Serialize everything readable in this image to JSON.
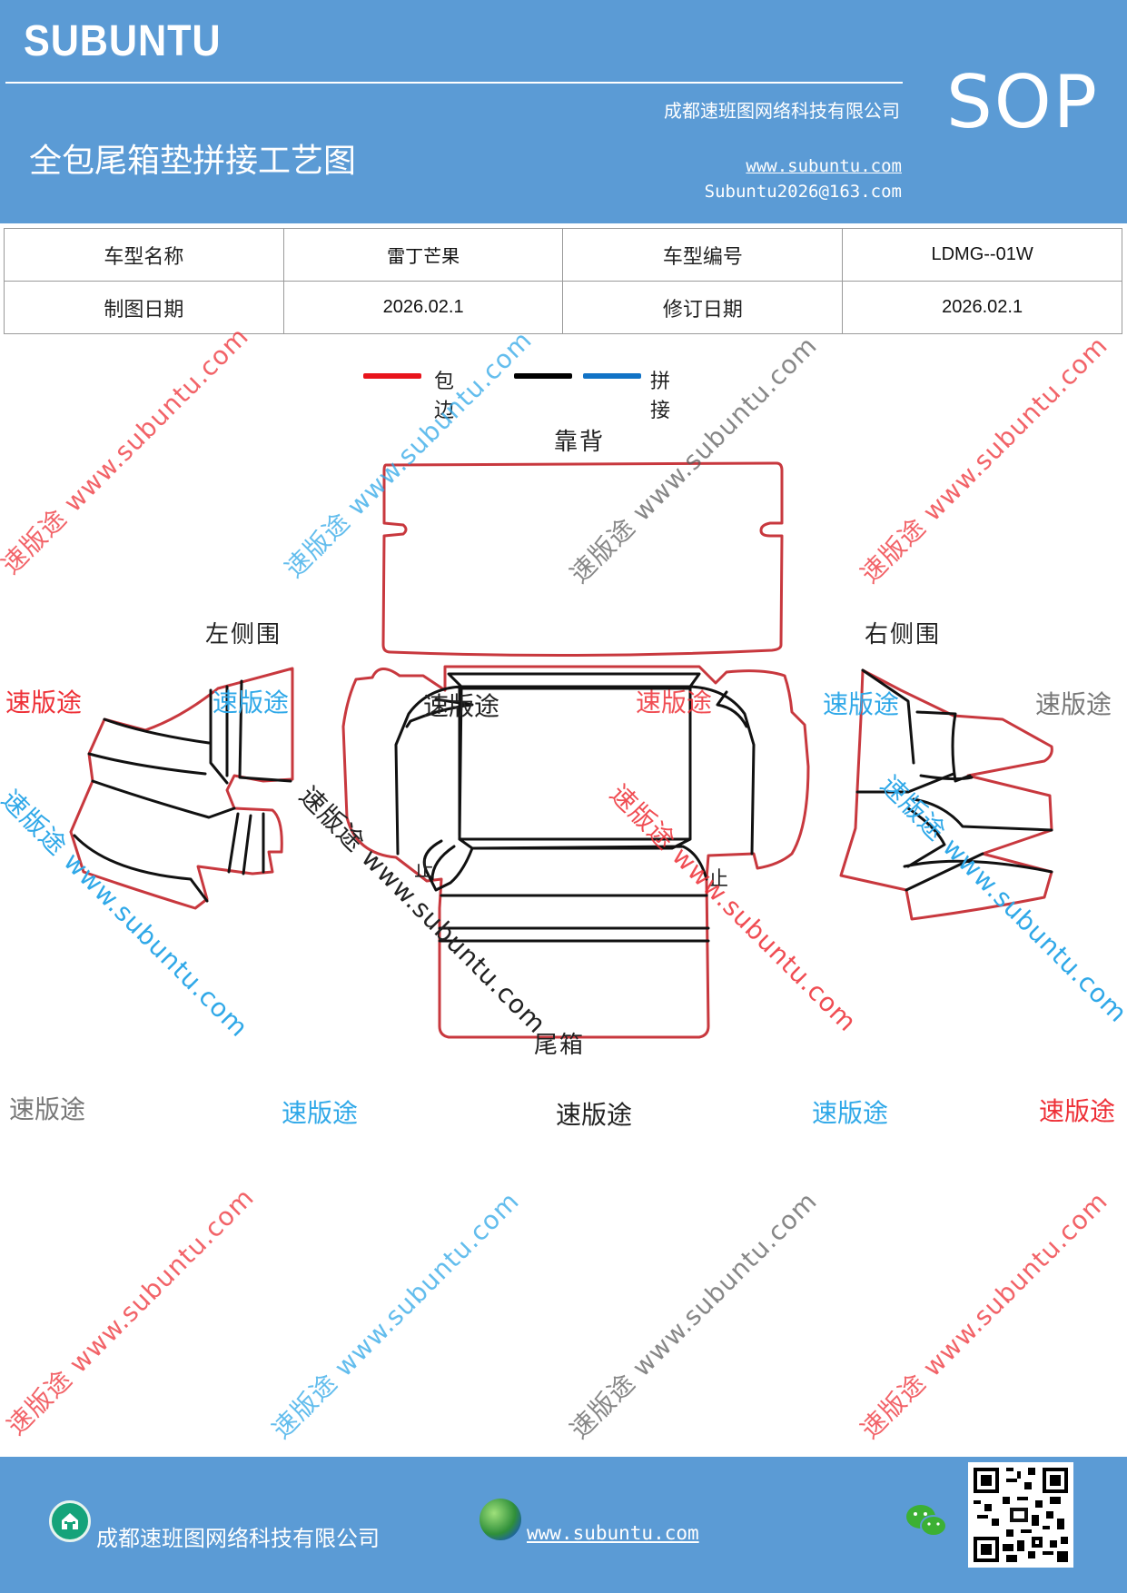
{
  "header": {
    "brand": "SUBUNTU",
    "sop": "SOP",
    "company": "成都速班图网络科技有限公司",
    "title": "全包尾箱垫拼接工艺图",
    "website": "www.subuntu.com",
    "email": "Subuntu2026@163.com"
  },
  "info_table": {
    "row1": [
      "车型名称",
      "雷丁芒果",
      "车型编号",
      "LDMG--01W"
    ],
    "row2": [
      "制图日期",
      "2026.02.1",
      "修订日期",
      "2026.02.1"
    ]
  },
  "legend": {
    "items": [
      {
        "label": "包边",
        "color": "#e8141c"
      },
      {
        "label": "",
        "color": "#000000"
      },
      {
        "label": "拼接",
        "color": "#1173c6"
      }
    ]
  },
  "diagram": {
    "labels": {
      "back": "靠背",
      "left": "左侧围",
      "right": "右侧围",
      "trunk": "尾箱",
      "stop_left": "止",
      "stop_right": "止"
    },
    "colors": {
      "edge": "#c8383e",
      "seam": "#111111"
    }
  },
  "watermarks": {
    "brand_text": "速版途",
    "url_text": "速版途 www.subuntu.com",
    "colors": {
      "red": "#ee2f36",
      "blue": "#2fa8e8",
      "gray": "#777777",
      "black": "#222222"
    }
  },
  "footer": {
    "company": "成都速班图网络科技有限公司",
    "website": "www.subuntu.com",
    "icons": [
      "home-icon",
      "globe-icon",
      "wechat-icon",
      "qr-code"
    ]
  }
}
